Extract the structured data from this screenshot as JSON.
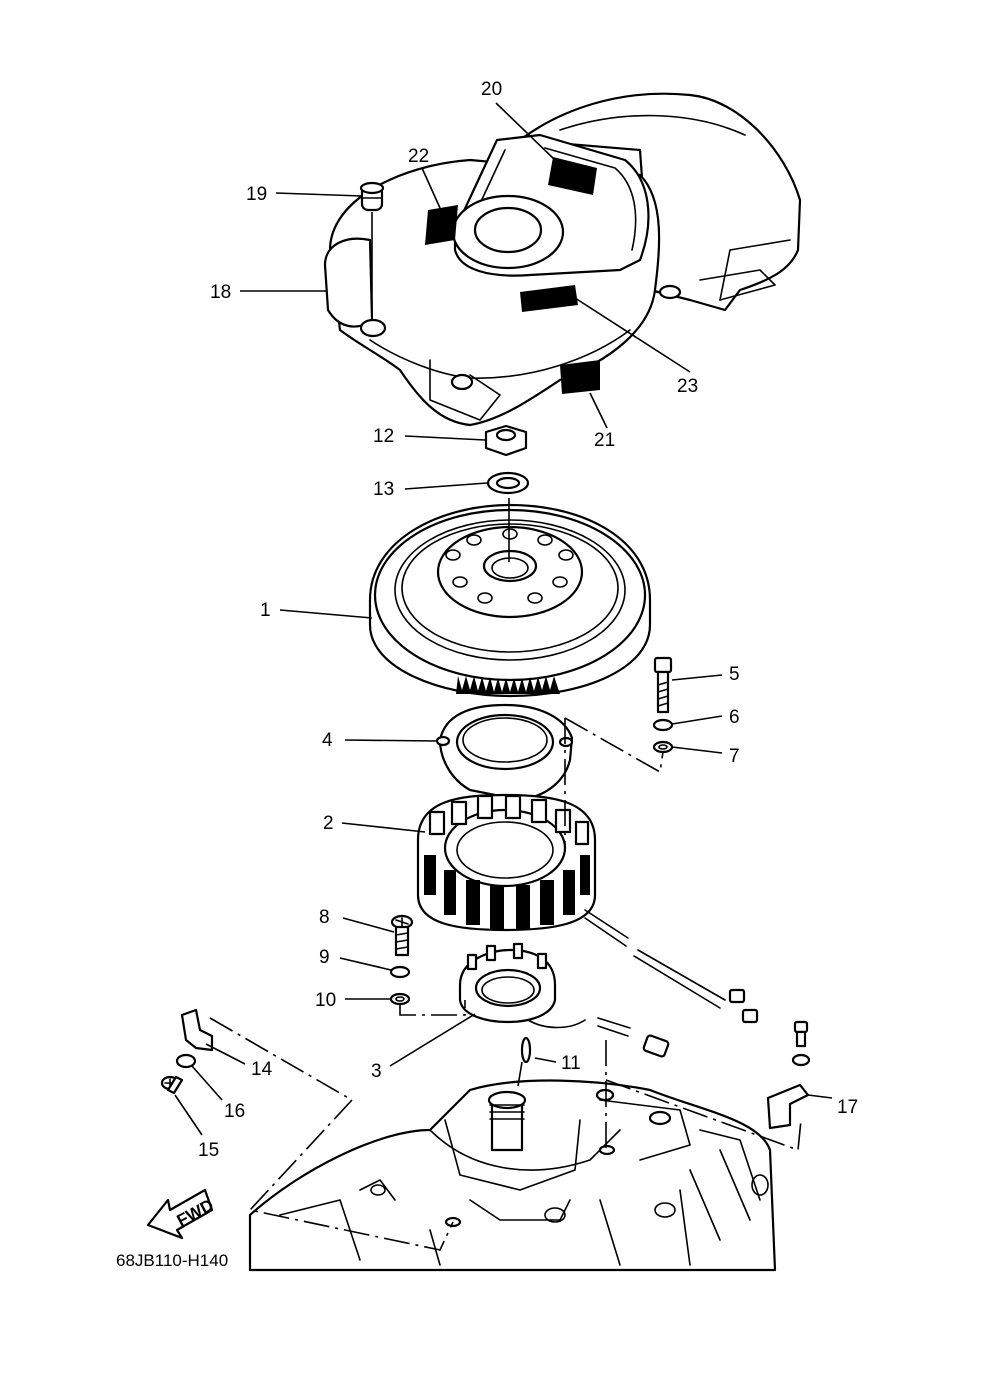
{
  "callouts": {
    "c1": "1",
    "c2": "2",
    "c3": "3",
    "c4": "4",
    "c5": "5",
    "c6": "6",
    "c7": "7",
    "c8": "8",
    "c9": "9",
    "c10": "10",
    "c11": "11",
    "c12": "12",
    "c13": "13",
    "c14": "14",
    "c15": "15",
    "c16": "16",
    "c17": "17",
    "c18": "18",
    "c19": "19",
    "c20": "20",
    "c21": "21",
    "c22": "22",
    "c23": "23"
  },
  "fwd_label": "FWD",
  "diagram_code": "68JB110-H140"
}
